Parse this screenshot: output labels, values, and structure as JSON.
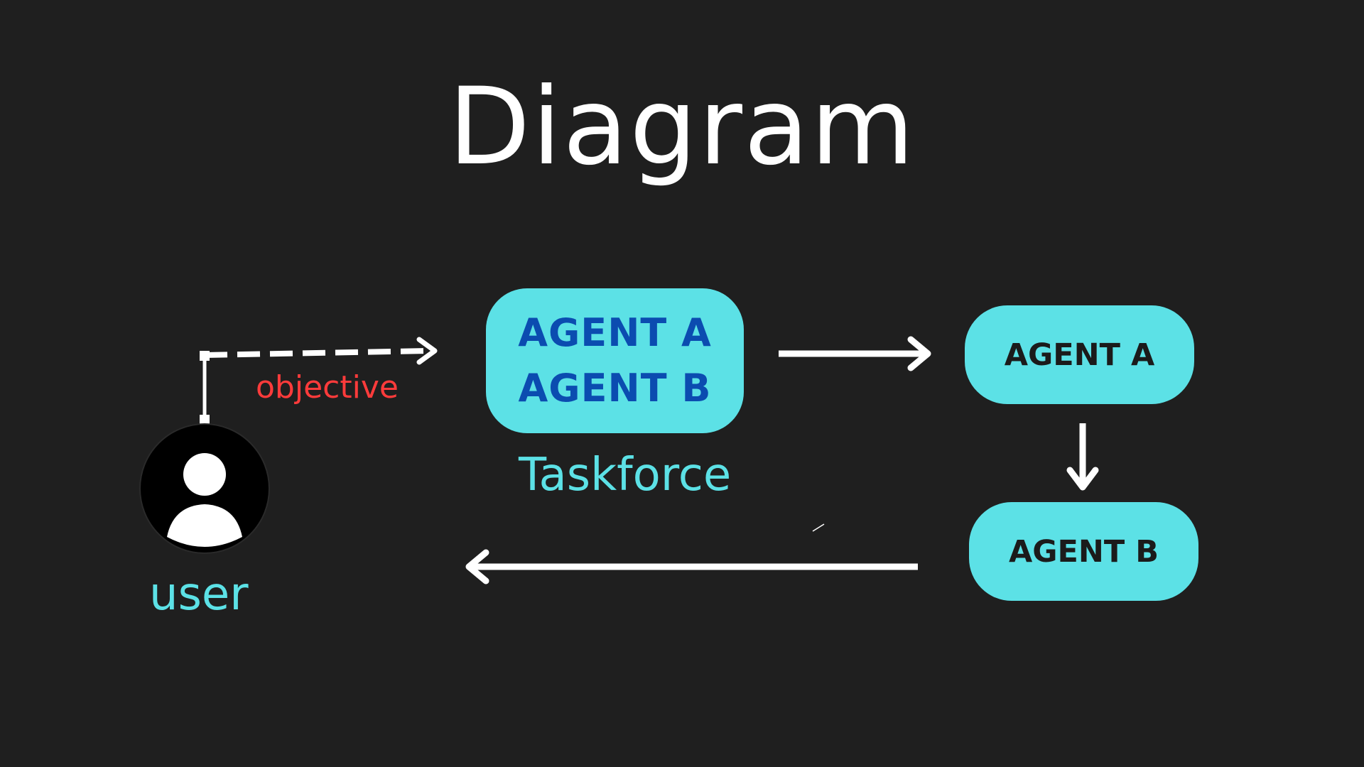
{
  "diagram": {
    "title": "Diagram",
    "taskforce_box": {
      "line1": "AGENT A",
      "line2": "AGENT B",
      "caption": "Taskforce"
    },
    "agent_a_box": {
      "label": "AGENT A"
    },
    "agent_b_box": {
      "label": "AGENT B"
    },
    "user": {
      "caption": "user",
      "icon": "user-avatar-icon"
    },
    "edges": {
      "objective_label": "objective"
    },
    "colors": {
      "background": "#1f1f1f",
      "box_fill": "#5ce1e6",
      "taskforce_text": "#0b4cb0",
      "agent_text": "#1b1b1b",
      "accent_cyan": "#5ce1e6",
      "objective_red": "#ff3b3b",
      "arrow": "#ffffff"
    }
  }
}
